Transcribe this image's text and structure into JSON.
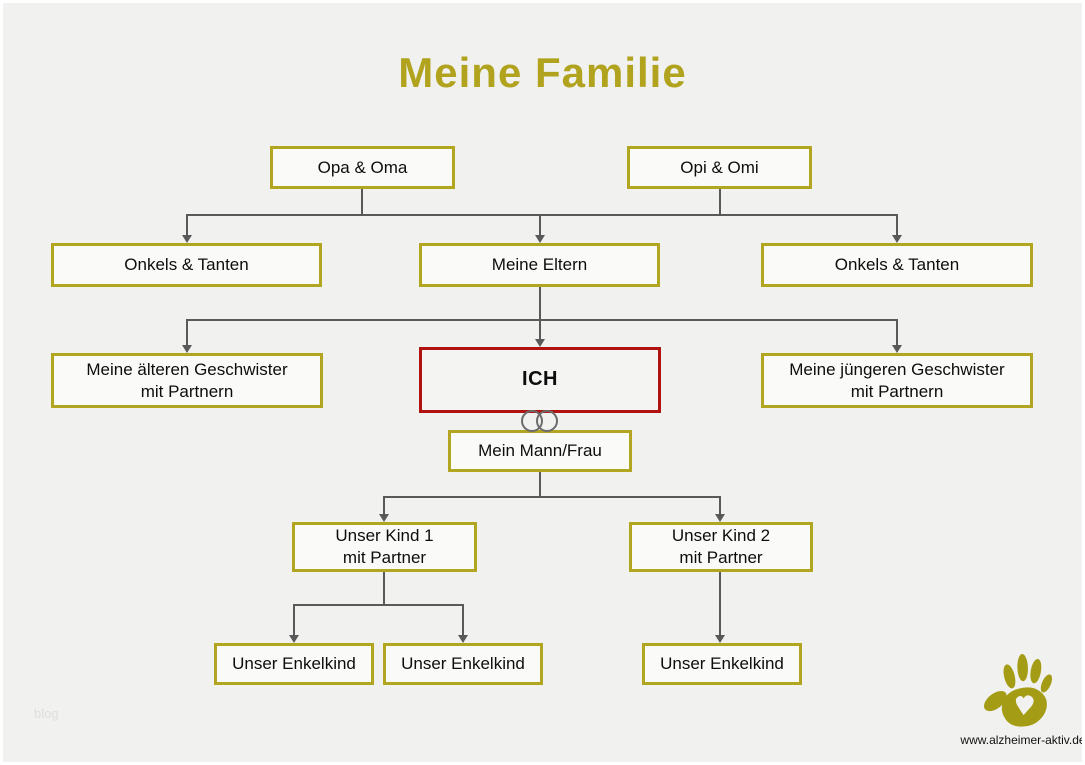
{
  "title": "Meine Familie",
  "nodes": {
    "grandparents_left": "Opa & Oma",
    "grandparents_right": "Opi & Omi",
    "uncles_aunts_left": "Onkels & Tanten",
    "parents": "Meine Eltern",
    "uncles_aunts_right": "Onkels & Tanten",
    "older_siblings": "Meine älteren Geschwister\nmit Partnern",
    "me": "ICH",
    "younger_siblings": "Meine jüngeren Geschwister\nmit Partnern",
    "spouse": "Mein Mann/Frau",
    "child1": "Unser Kind 1\nmit Partner",
    "child2": "Unser Kind 2\nmit Partner",
    "grandchild1": "Unser Enkelkind",
    "grandchild2": "Unser Enkelkind",
    "grandchild3": "Unser Enkelkind"
  },
  "icons": {
    "rings": "wedding-rings-icon",
    "hand": "handprint-logo"
  },
  "footer": {
    "website": "www.alzheimer-aktiv.de",
    "watermark": "blog"
  },
  "colors": {
    "accent_olive": "#b2a51f",
    "title_olive": "#b1a31e",
    "highlight_red": "#b01212",
    "connector_gray": "#595959",
    "background": "#f1f1f0",
    "node_fill": "#fafaf8"
  }
}
